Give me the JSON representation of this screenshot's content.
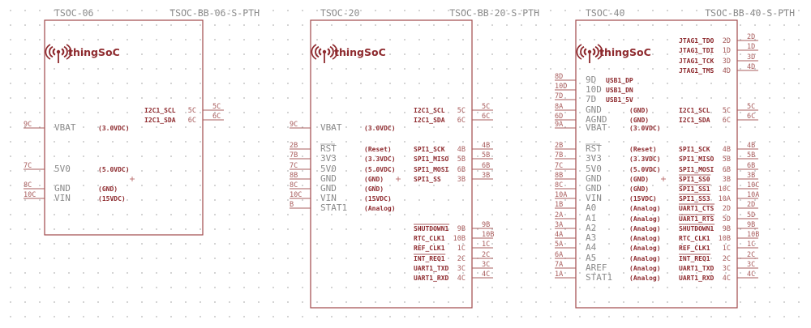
{
  "colors": {
    "outline": "#a0484a",
    "text_red": "#8e2a2e",
    "text_grey": "#8a8a8a",
    "pin": "#a85c5c"
  },
  "logo": {
    "brand": "thingSoC",
    "icon": "wifi-signal-icon"
  },
  "parts": [
    {
      "id": "tsoc-06",
      "name": "TSOC-06",
      "package": "TSOC-BB-06-S-PTH",
      "left_pins": [
        {
          "num": "9C",
          "label": "VBAT",
          "net": "(3.0VDC)"
        },
        {
          "num": "7C",
          "label": "5V0",
          "net": "(5.0VDC)"
        },
        {
          "num": "8C",
          "label": "GND",
          "net": "(GND)"
        },
        {
          "num": "10C",
          "label": "VIN",
          "net": "(15VDC)"
        }
      ],
      "right_pins": [
        {
          "num": "5C",
          "label": "I2C1_SCL"
        },
        {
          "num": "6C",
          "label": "I2C1_SDA"
        }
      ]
    },
    {
      "id": "tsoc-20",
      "name": "TSOC-20",
      "package": "TSOC-BB-20-S-PTH",
      "left_pins": [
        {
          "num": "9C",
          "label": "VBAT",
          "net": "(3.0VDC)"
        },
        {
          "num": "2B",
          "label": "RST",
          "net": "(Reset)",
          "overline": true
        },
        {
          "num": "7B",
          "label": "3V3",
          "net": "(3.3VDC)"
        },
        {
          "num": "7C",
          "label": "5V0",
          "net": "(5.0VDC)"
        },
        {
          "num": "8B",
          "label": "GND",
          "net": "(GND)"
        },
        {
          "num": "8C",
          "label": "GND",
          "net": "(GND)"
        },
        {
          "num": "10C",
          "label": "VIN",
          "net": "(15VDC)"
        },
        {
          "num": "B",
          "label": "STAT1",
          "net": "(Analog)"
        }
      ],
      "right_pins": [
        {
          "num": "5C",
          "label": "I2C1_SCL"
        },
        {
          "num": "6C",
          "label": "I2C1_SDA"
        },
        {
          "num": "4B",
          "label": "SPI1_SCK"
        },
        {
          "num": "5B",
          "label": "SPI1_MISO"
        },
        {
          "num": "6B",
          "label": "SPI1_MOSI"
        },
        {
          "num": "3B",
          "label": "SPI1_SS"
        },
        {
          "num": "9B",
          "label": "SHUTDOWN1"
        },
        {
          "num": "10B",
          "label": "RTC_CLK1"
        },
        {
          "num": "1C",
          "label": "REF_CLK1"
        },
        {
          "num": "2C",
          "label": "INT_REQ1"
        },
        {
          "num": "3C",
          "label": "UART1_TXD"
        },
        {
          "num": "4C",
          "label": "UART1_RXD"
        }
      ]
    },
    {
      "id": "tsoc-40",
      "name": "TSOC-40",
      "package": "TSOC-BB-40-S-PTH",
      "left_pins": [
        {
          "num": "8D",
          "label": "9D",
          "net": "USB1_DP"
        },
        {
          "num": "10D",
          "label": "10D",
          "net": "USB1_DN"
        },
        {
          "num": "7D",
          "label": "7D",
          "net": "USB1_5V"
        },
        {
          "num": "8A",
          "label": "GND",
          "net": "(GND)"
        },
        {
          "num": "6D",
          "label": "AGND",
          "net": "(GND)"
        },
        {
          "num": "9A",
          "label": "VBAT",
          "net": "(3.0VDC)"
        },
        {
          "num": "2B",
          "label": "RST",
          "net": "(Reset)"
        },
        {
          "num": "7B",
          "label": "3V3",
          "net": "(3.3VDC)"
        },
        {
          "num": "7C",
          "label": "5V0",
          "net": "(5.0VDC)"
        },
        {
          "num": "8B",
          "label": "GND",
          "net": "(GND)"
        },
        {
          "num": "8C",
          "label": "GND",
          "net": "(GND)"
        },
        {
          "num": "10A",
          "label": "VIN",
          "net": "(15VDC)"
        },
        {
          "num": "1B",
          "label": "A0",
          "net": "(Analog)"
        },
        {
          "num": "2A",
          "label": "A1",
          "net": "(Analog)"
        },
        {
          "num": "3A",
          "label": "A2",
          "net": "(Analog)"
        },
        {
          "num": "4A",
          "label": "A3",
          "net": "(Analog)"
        },
        {
          "num": "5A",
          "label": "A4",
          "net": "(Analog)"
        },
        {
          "num": "6A",
          "label": "A5",
          "net": "(Analog)"
        },
        {
          "num": "7A",
          "label": "AREF",
          "net": "(Analog)"
        },
        {
          "num": "1A",
          "label": "STAT1",
          "net": "(Analog)"
        }
      ],
      "right_pins": [
        {
          "num": "2D",
          "label": "JTAG1_TDO"
        },
        {
          "num": "1D",
          "label": "JTAG1_TDI"
        },
        {
          "num": "3D",
          "label": "JTAG1_TCK"
        },
        {
          "num": "4D",
          "label": "JTAG1_TMS"
        },
        {
          "num": "5C",
          "label": "I2C1_SCL"
        },
        {
          "num": "6C",
          "label": "I2C1_SDA"
        },
        {
          "num": "4B",
          "label": "SPI1_SCK"
        },
        {
          "num": "5B",
          "label": "SPI1_MISO"
        },
        {
          "num": "6B",
          "label": "SPI1_MOSI"
        },
        {
          "num": "3B",
          "label": "SPI1_SS0"
        },
        {
          "num": "10C",
          "label": "SPI1_SS1"
        },
        {
          "num": "10A",
          "label": "SPI1_SS3"
        },
        {
          "num": "2D",
          "label": "UART1_CTS"
        },
        {
          "num": "5D",
          "label": "UART1_RTS"
        },
        {
          "num": "9B",
          "label": "SHUTDOWN1"
        },
        {
          "num": "10B",
          "label": "RTC_CLK1"
        },
        {
          "num": "1C",
          "label": "REF_CLK1"
        },
        {
          "num": "2C",
          "label": "INT_REQ1"
        },
        {
          "num": "3C",
          "label": "UART1_TXD"
        },
        {
          "num": "4C",
          "label": "UART1_RXD"
        }
      ]
    }
  ]
}
